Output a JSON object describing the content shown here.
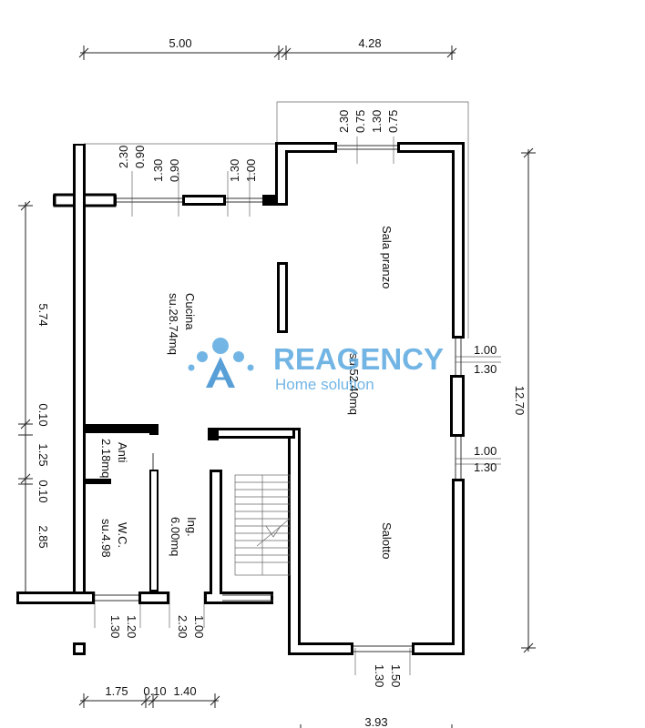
{
  "dimensions": {
    "top_left": "5.00",
    "top_right": "4.28",
    "left_vertical_main": "5.74",
    "left_small_1": "0.10",
    "left_small_2": "1.25",
    "left_small_3": "0.10",
    "left_small_4": "2.85",
    "right_total": "12.70",
    "bottom_1": "1.75",
    "bottom_2": "0.10",
    "bottom_3": "1.40",
    "bottom_total": "3.93"
  },
  "openings": {
    "kitchen_win_1": [
      "0.90",
      "1.30",
      "0.90",
      "2.30"
    ],
    "kitchen_win_2": [
      "1.00",
      "1.30"
    ],
    "dining_win": [
      "0.75",
      "1.30",
      "0.75",
      "2.30"
    ],
    "right_win_upper": [
      "1.00",
      "1.30"
    ],
    "right_win_lower": [
      "1.00",
      "1.30"
    ],
    "wc_win": [
      "1.20",
      "1.30"
    ],
    "entrance_door": [
      "1.00",
      "2.30"
    ],
    "living_win": [
      "1.50",
      "1.30"
    ]
  },
  "rooms": {
    "cucina_name": "Cucina",
    "cucina_area": "su.28.74mq",
    "sala_pranzo_name": "Sala pranzo",
    "sala_area": "su.52.40mq",
    "anti_name": "Anti",
    "anti_area": "2.18mq",
    "wc_name": "W.C.",
    "wc_area": "su.4.98",
    "ing_name": "Ing.",
    "ing_area": "6.00mq",
    "salotto_name": "Salotto"
  },
  "logo": {
    "brand": "REAGENCY",
    "tagline": "Home solution",
    "color_primary": "#5aa9e0",
    "color_secondary": "#3a8fd0"
  }
}
